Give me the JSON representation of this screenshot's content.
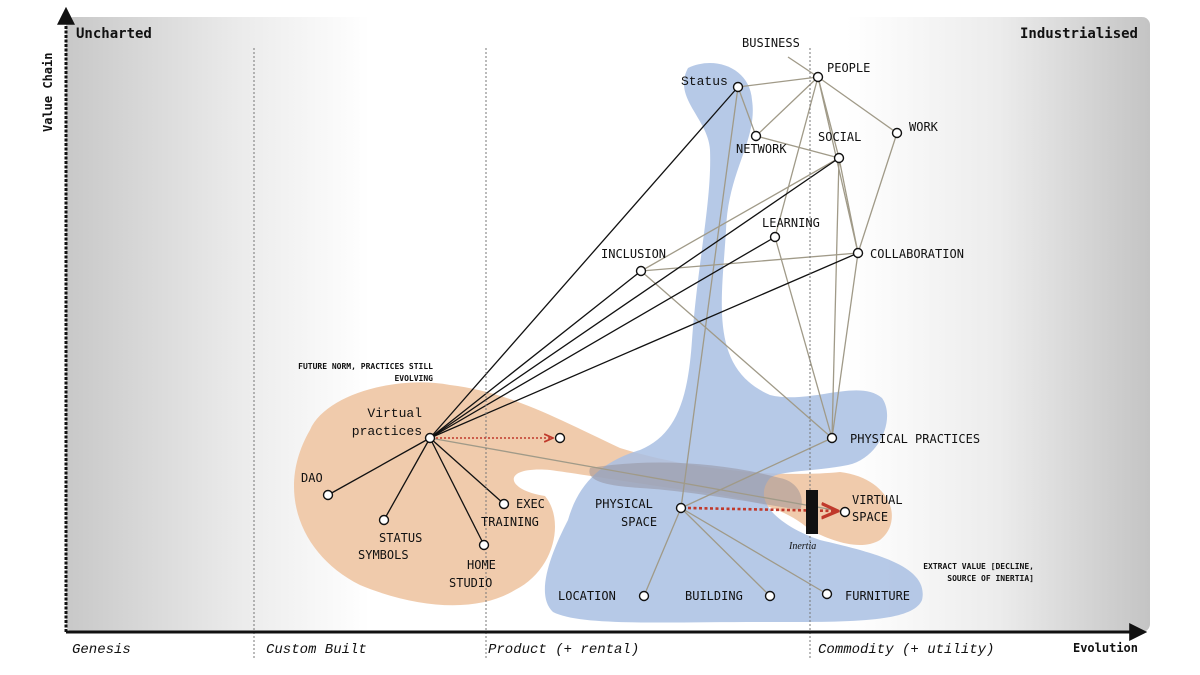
{
  "corners": {
    "left": "Uncharted",
    "right": "Industrialised"
  },
  "axes": {
    "y": "Value Chain",
    "x": "Evolution"
  },
  "stages": [
    "Genesis",
    "Custom Built",
    "Product (+ rental)",
    "Commodity (+ utility)"
  ],
  "annotations": {
    "future_norm": [
      "FUTURE NORM, PRACTICES STILL",
      "EVOLVING"
    ],
    "extract_value": [
      "EXTRACT VALUE [DECLINE,",
      "SOURCE OF INERTIA]"
    ],
    "inertia": "Inertia"
  },
  "nodes": {
    "status": "Status",
    "business": "BUSINESS",
    "people": "PEOPLE",
    "network": "NETWORK",
    "social": "SOCIAL",
    "work": "WORK",
    "learning": "LEARNING",
    "inclusion": "INCLUSION",
    "collaboration": "COLLABORATION",
    "virtual_practices": [
      "Virtual",
      "practices"
    ],
    "physical_practices": "PHYSICAL PRACTICES",
    "dao": "DAO",
    "exec_training": [
      "EXEC",
      "TRAINING"
    ],
    "status_symbols": [
      "STATUS",
      "SYMBOLS"
    ],
    "home_studio": [
      "HOME",
      "STUDIO"
    ],
    "physical_space": [
      "PHYSICAL",
      "SPACE"
    ],
    "virtual_space": [
      "VIRTUAL",
      "SPACE"
    ],
    "location": "LOCATION",
    "building": "BUILDING",
    "furniture": "FURNITURE"
  },
  "colors": {
    "orange_region": "#efc8a8",
    "blue_region": "#a9bfe3",
    "link_dark": "#111111",
    "link_light": "#a09a88",
    "movement_arrow": "#c0392b"
  }
}
